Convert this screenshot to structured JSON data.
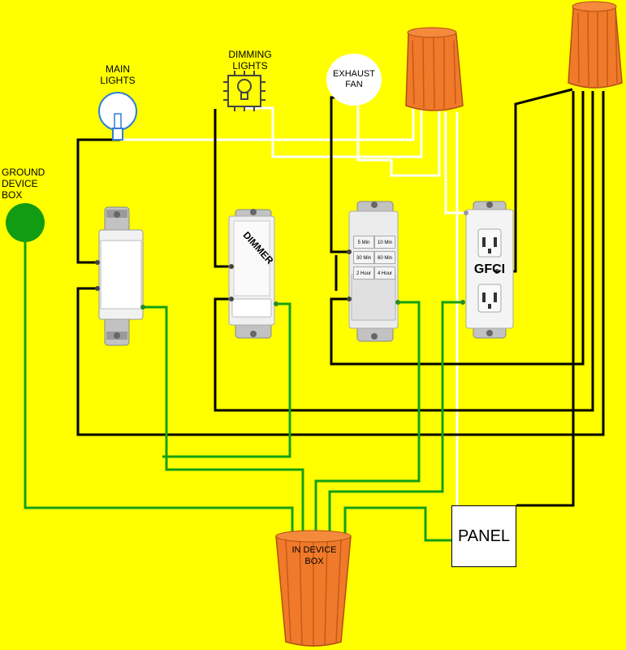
{
  "labels": {
    "main_lights": [
      "MAIN",
      "LIGHTS"
    ],
    "dimming_lights": [
      "DIMMING",
      "LIGHTS"
    ],
    "exhaust_fan": [
      "EXHAUST",
      "FAN"
    ],
    "ground_device_box": [
      "GROUND",
      "DEVICE",
      "BOX"
    ],
    "in_device_box": [
      "IN DEVICE",
      "BOX"
    ],
    "panel": "PANEL",
    "dimmer": "DIMMER",
    "gfci": "GFCI"
  },
  "timer_buttons": [
    "5 Min",
    "10 Min",
    "30 Min",
    "60 Min",
    "2 Hour",
    "4 Hour"
  ],
  "colors": {
    "background": "#ffff00",
    "hot_wire": "#000000",
    "neutral_wire": "#ffffff",
    "ground_wire": "#14a014",
    "wire_nut": "#f07a2a",
    "device_body": "#e8e8e8",
    "mounting_strap": "#b8b8b8"
  }
}
